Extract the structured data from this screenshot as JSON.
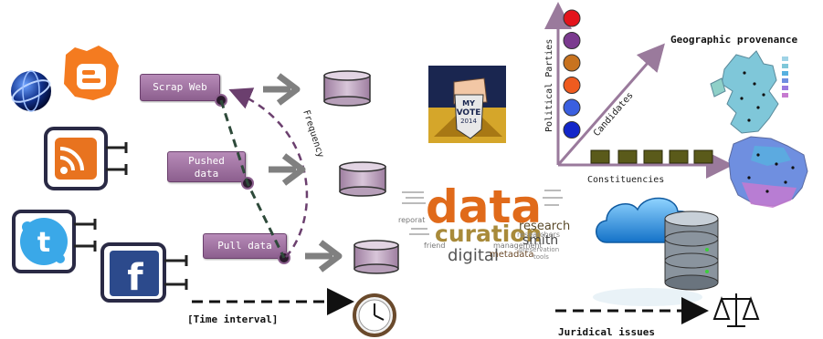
{
  "sources": {
    "scrap_web": "Scrap  Web",
    "pushed_data_line1": "Pushed",
    "pushed_data_line2": "data",
    "pull_data": "Pull  data"
  },
  "labels": {
    "frequency": "Frequency",
    "time_interval": "[Time interval]",
    "juridical_issues": "Juridical issues",
    "geographic_provenance": "Geographic provenance",
    "political_parties": "Political Parties",
    "candidates": "Candidates",
    "constituencies": "Constituencies"
  },
  "vote_badge": {
    "line1": "MY",
    "line2": "VOTE",
    "line3": "2014"
  },
  "wordcloud": {
    "big1": "data",
    "big2": "curation",
    "mid1": "digital",
    "mid2": "research",
    "mid3": "smith",
    "mid4": "metadata",
    "mid5": "researchers",
    "mid6": "management",
    "small1": "reporat",
    "small2": "friend",
    "small3": "preservation",
    "small4": "tools"
  },
  "party_colors": [
    "#e3141c",
    "#7b3a8f",
    "#c8731f",
    "#ef5b1f",
    "#3a5fe0",
    "#1226c9"
  ],
  "colors": {
    "accent_purple": "#8b5f8d",
    "arrow_grey": "#808080",
    "axis_purple": "#9a7a9c",
    "dashed_green": "#2e4a3a",
    "dashed_purple": "#6b3f6e"
  }
}
